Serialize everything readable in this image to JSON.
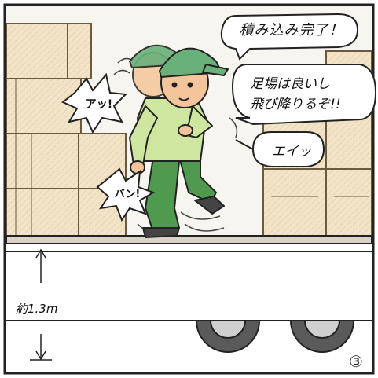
{
  "panel": {
    "number_label": "③"
  },
  "speech": {
    "complete": "積み込み完了！",
    "footing_line1": "足場は良いし",
    "footing_line2": "飛び降りるぞ!!",
    "ei": "エイッ"
  },
  "sfx": {
    "ah": "アッ!",
    "ban": "バン!"
  },
  "truck": {
    "height_label": "約1.3m"
  },
  "colors": {
    "box_fill": "#f2e4c9",
    "box_stroke": "#6b5a3e",
    "shirt": "#cfe6a0",
    "cap": "#6ab07a",
    "pants": "#4f9a4f",
    "skin": "#f4c59a",
    "wheel": "#5a5a5a",
    "outline": "#222222"
  }
}
